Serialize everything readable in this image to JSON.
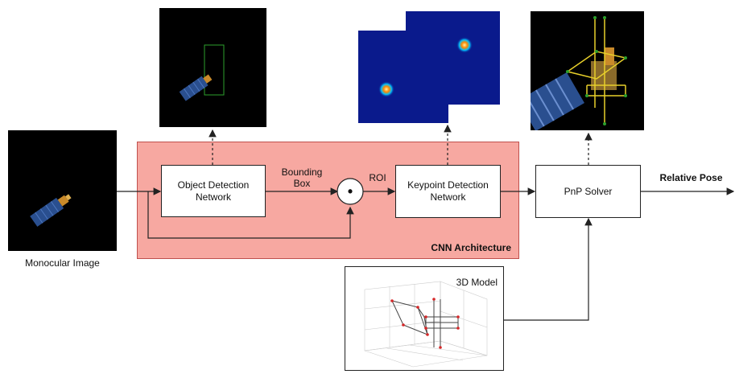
{
  "labels": {
    "monocular_image": "Monocular Image",
    "bounding_box": "Bounding\nBox",
    "roi": "ROI",
    "relative_pose": "Relative Pose",
    "cnn_architecture": "CNN Architecture",
    "model_3d": "3D Model",
    "multiply_symbol": "•"
  },
  "nodes": {
    "object_detection": "Object Detection\nNetwork",
    "keypoint_detection": "Keypoint Detection\nNetwork",
    "pnp_solver": "PnP Solver"
  },
  "colors": {
    "cnn_fill": "#f7a8a1",
    "cnn_border": "#c0504d",
    "heatmap_bg": "#0a1a8c",
    "bbox_green": "#2ca02c",
    "pose_yellow": "#e8d02a",
    "keypoint_red": "#d62728"
  }
}
